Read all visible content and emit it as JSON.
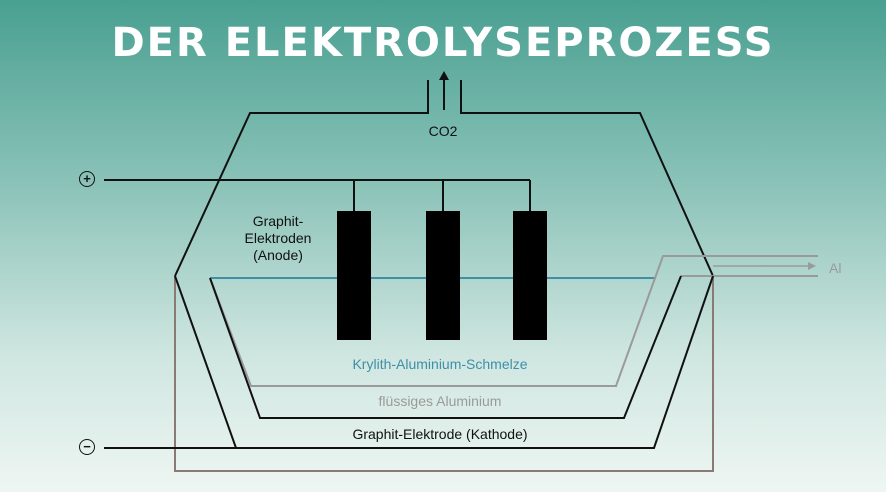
{
  "title": "DER ELEKTROLYSEPROZESS",
  "labels": {
    "gas": "CO2",
    "anode": "Graphit-\nElektroden\n(Anode)",
    "melt": "Krylith-Aluminium-Schmelze",
    "liquid_aluminium": "flüssiges Aluminium",
    "cathode": "Graphit-Elektrode (Kathode)",
    "output": "Al"
  },
  "terminals": {
    "positive": "+",
    "negative": "−"
  },
  "colors": {
    "line": "#111111",
    "melt": "#3f8fa8",
    "aluminium": "#9a9a9a",
    "casing": "#8a7a74",
    "electrode": "#000000"
  }
}
